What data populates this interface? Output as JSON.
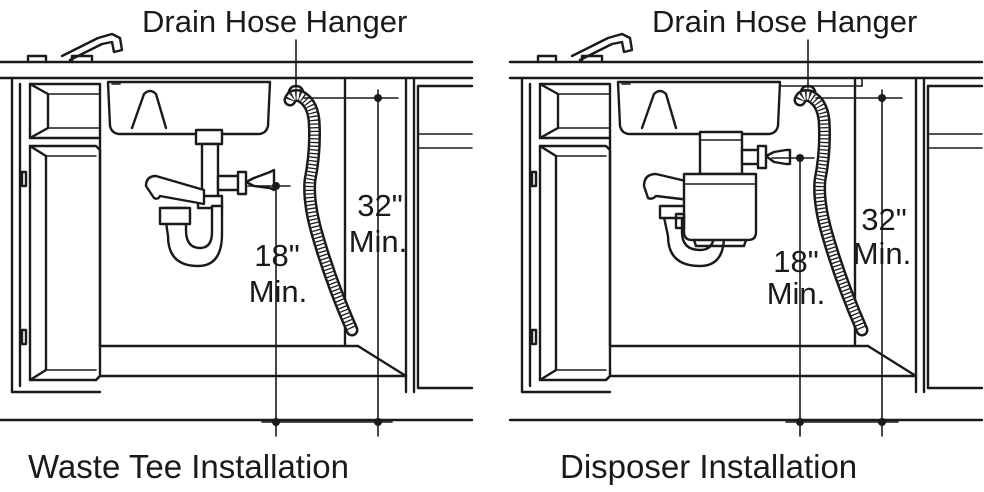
{
  "panels": [
    {
      "id": "waste-tee",
      "hanger_label": "Drain Hose Hanger",
      "dim_18_value": "18\"",
      "dim_18_unit": "Min.",
      "dim_32_value": "32\"",
      "dim_32_unit": "Min.",
      "caption": "Waste Tee Installation"
    },
    {
      "id": "disposer",
      "hanger_label": "Drain Hose Hanger",
      "dim_18_value": "18\"",
      "dim_18_unit": "Min.",
      "dim_32_value": "32\"",
      "dim_32_unit": "Min.",
      "caption": "Disposer Installation"
    }
  ]
}
